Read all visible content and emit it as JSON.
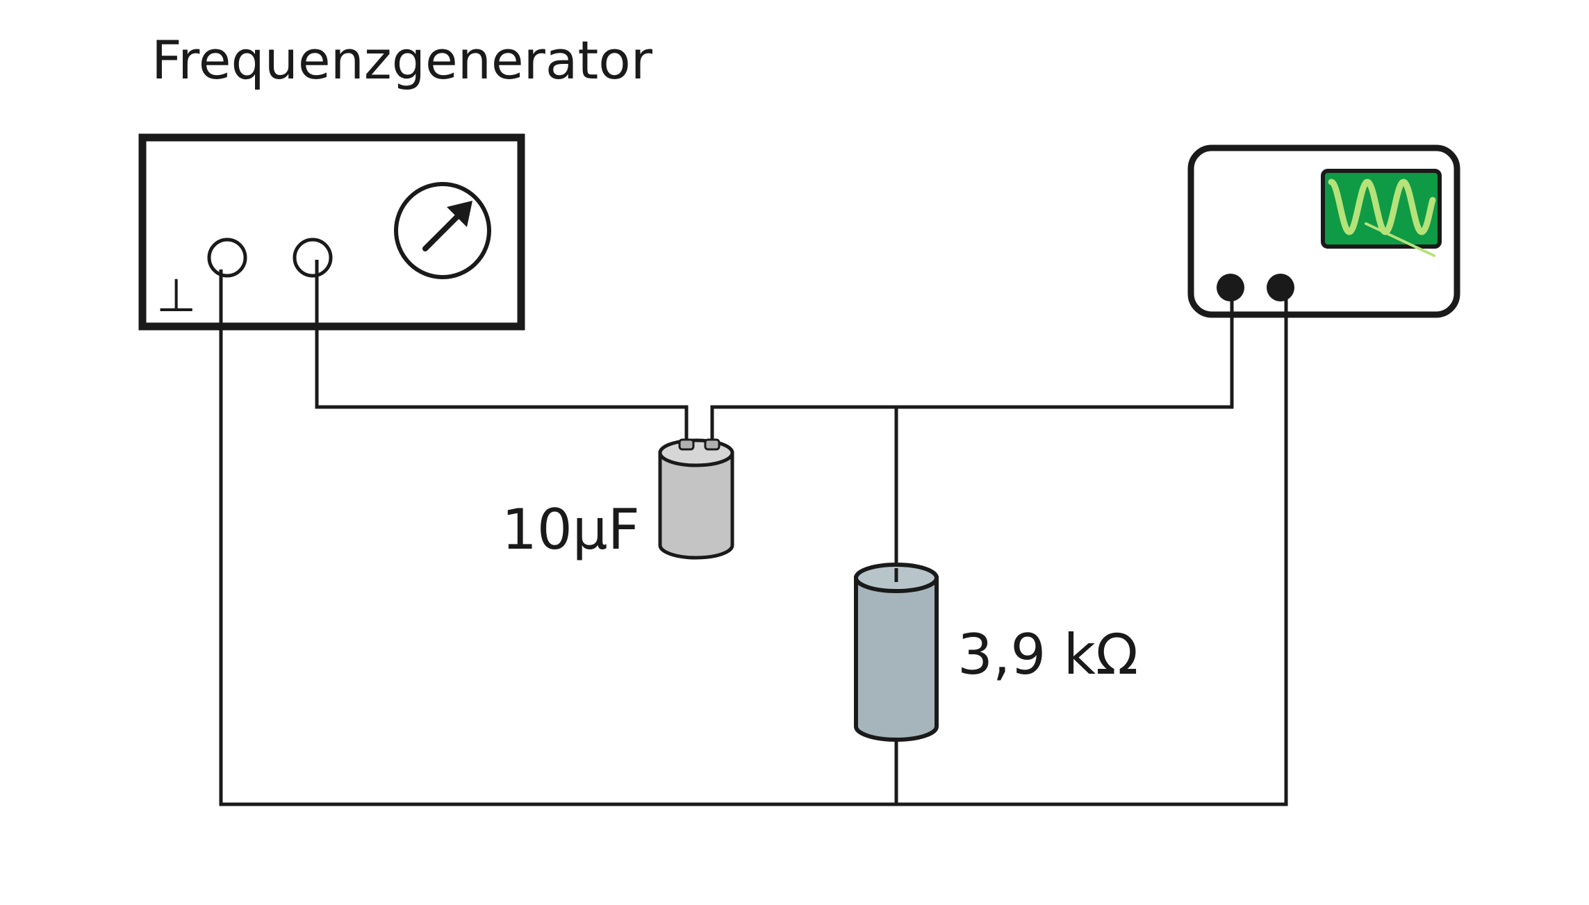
{
  "title": "Frequenzgenerator",
  "generator": {
    "ground_symbol": "⊥"
  },
  "capacitor": {
    "label": "10µF"
  },
  "resistor": {
    "label": "3,9 kΩ"
  },
  "colors": {
    "line": "#1a1a1a",
    "capacitor_body": "#c4c4c4",
    "resistor_body": "#a5b5bb",
    "oscilloscope_screen": "#0f9a45",
    "oscilloscope_wave": "#b6e27a"
  }
}
